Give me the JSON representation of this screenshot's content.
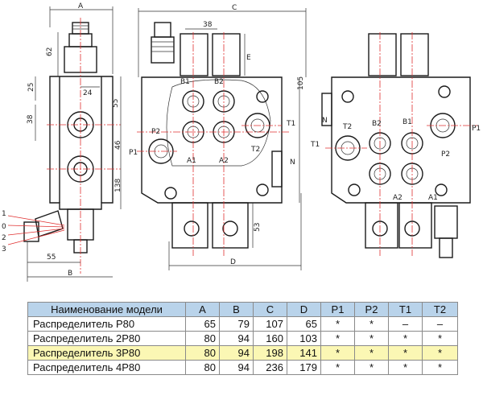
{
  "drawing": {
    "dims": {
      "A": "A",
      "B": "B",
      "C": "C",
      "D": "D",
      "E": "E",
      "d62": "62",
      "d25": "25",
      "d24": "24",
      "d55v": "55",
      "d38v": "38",
      "d46": "46",
      "d138": "138",
      "d55h": "55",
      "d38h": "38",
      "d105": "105",
      "d53": "53"
    },
    "port_labels": {
      "B1": "B1",
      "B2": "B2",
      "A1": "A1",
      "A2": "A2",
      "P1": "P1",
      "P2": "P2",
      "T1": "T1",
      "T2": "T2",
      "N": "N"
    },
    "lever_positions": [
      "1",
      "0",
      "2",
      "3"
    ]
  },
  "table": {
    "headers": [
      "Наименование модели",
      "A",
      "B",
      "C",
      "D",
      "P1",
      "P2",
      "T1",
      "T2"
    ],
    "rows": [
      {
        "name": "Распределитель  P80",
        "A": "65",
        "B": "79",
        "C": "107",
        "D": "65",
        "P1": "*",
        "P2": "*",
        "T1": "–",
        "T2": "–",
        "highlight": false
      },
      {
        "name": "Распределитель  2P80",
        "A": "80",
        "B": "94",
        "C": "160",
        "D": "103",
        "P1": "*",
        "P2": "*",
        "T1": "*",
        "T2": "*",
        "highlight": false
      },
      {
        "name": "Распределитель  3P80",
        "A": "80",
        "B": "94",
        "C": "198",
        "D": "141",
        "P1": "*",
        "P2": "*",
        "T1": "*",
        "T2": "*",
        "highlight": true
      },
      {
        "name": "Распределитель  4P80",
        "A": "80",
        "B": "94",
        "C": "236",
        "D": "179",
        "P1": "*",
        "P2": "*",
        "T1": "*",
        "T2": "*",
        "highlight": false
      }
    ]
  },
  "colors": {
    "header_bg": "#b9d3ea",
    "highlight_bg": "#fbf7b4",
    "centerline": "#e03030"
  }
}
